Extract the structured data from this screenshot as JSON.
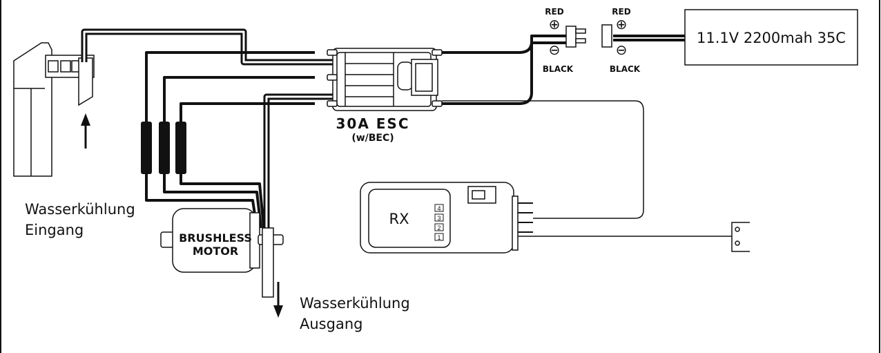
{
  "esc": {
    "title": "30A ESC",
    "subtitle": "(w/BEC)"
  },
  "motor": {
    "line1": "BRUSHLESS",
    "line2": "MOTOR"
  },
  "battery": {
    "label": "11.1V 2200mah 35C"
  },
  "connectors": {
    "red_left": "RED",
    "black_left": "BLACK",
    "red_right": "RED",
    "black_right": "BLACK",
    "plus": "⊕",
    "minus": "⊖"
  },
  "receiver": {
    "label": "RX",
    "channels": [
      "4",
      "3",
      "2",
      "1"
    ]
  },
  "cooling": {
    "inlet_line1": "Wasserkühlung",
    "inlet_line2": "Eingang",
    "outlet_line1": "Wasserkühlung",
    "outlet_line2": "Ausgang"
  },
  "colors": {
    "line": "#111111",
    "background": "#ffffff"
  }
}
